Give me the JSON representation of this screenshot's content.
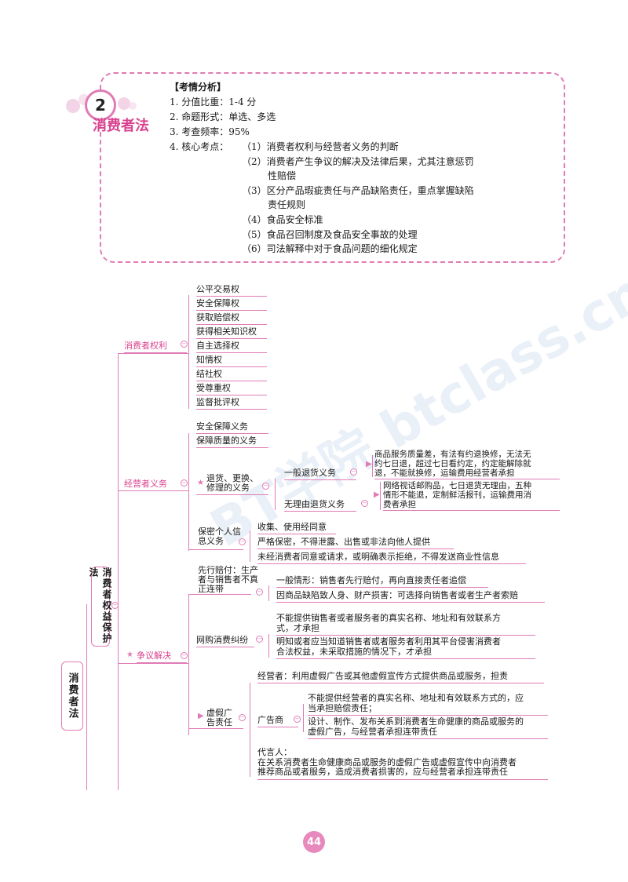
{
  "chapter": {
    "number": "2",
    "title": "消费者法"
  },
  "analysis": {
    "heading": "【考情分析】",
    "items": [
      "1. 分值比重：1-4 分",
      "2. 命题形式：单选、多选",
      "3. 考查频率：95%",
      "4. 核心考点："
    ],
    "points": [
      "（1）消费者权利与经营者义务的判断",
      "（2）消费者产生争议的解决及法律后果，尤其注意惩罚",
      "性赔偿",
      "（3）区分产品瑕疵责任与产品缺陷责任，重点掌握缺陷",
      "责任规则",
      "（4）食品安全标准",
      "（5）食品召回制度及食品安全事故的处理",
      "（6）司法解释中对于食品问题的细化规定"
    ]
  },
  "mindmap": {
    "root": "消费者法",
    "sub_root": "消费者权益保护法",
    "rights": {
      "label": "消费者权利",
      "items": [
        "公平交易权",
        "安全保障权",
        "获取赔偿权",
        "获得相关知识权",
        "自主选择权",
        "知情权",
        "结社权",
        "受尊重权",
        "监督批评权"
      ]
    },
    "duties": {
      "label": "经营者义务",
      "items": [
        "安全保障义务",
        "保障质量的义务"
      ],
      "return": {
        "label": "退货、更换、修理的义务",
        "general": {
          "label": "一般退货义务",
          "text": [
            "商品服务质量差，有法有约退换修，无法无",
            "约七日退，超过七日看约定，约定能解除就",
            "退，不能就换修，运输费用经营者承担"
          ]
        },
        "no_reason": {
          "label": "无理由退货义务",
          "text": [
            "网络视话邮购品，七日退货无理由，五种",
            "情形不能退，定制鲜活报刊，运输费用消",
            "费者承担"
          ]
        }
      },
      "privacy": {
        "label": "保密个人信息义务",
        "items": [
          "收集、使用经同意",
          "严格保密，不得泄露、出售或非法向他人提供",
          "未经消费者同意或请求，或明确表示拒绝，不得发送商业性信息"
        ]
      }
    },
    "dispute": {
      "label": "争议解决",
      "advance": {
        "label": "先行赔付：生产者与销售者不真正连带",
        "items": [
          "一般情形：销售者先行赔付，再向直接责任者追偿",
          "因商品缺陷致人身、财产损害：可选择向销售者或者生产者索赔"
        ]
      },
      "online": {
        "label": "网购消费纠纷",
        "items": [
          [
            "不能提供销售者或者服务者的真实名称、地址和有效联系方",
            "式，才承担"
          ],
          [
            "明知或者应当知道销售者或者服务者利用其平台侵害消费者",
            "合法权益，未采取措施的情况下，才承担"
          ]
        ]
      },
      "false_ad": {
        "label": "虚假广告责任",
        "operator": "经营者：利用虚假广告或其他虚假宣传方式提供商品或服务，担责",
        "advertiser": {
          "label": "广告商",
          "items": [
            [
              "不能提供经营者的真实名称、地址和有效联系方式的，应",
              "当承担赔偿责任；"
            ],
            [
              "设计、制作、发布关系到消费者生命健康的商品或服务的",
              "虚假广告，与经营者承担连带责任"
            ]
          ]
        },
        "endorser": [
          "代言人：",
          "在关系消费者生命健康商品或服务的虚假广告或虚假宣传中向消费者",
          "推荐商品或者服务，造成消费者损害的，应与经营者承担连带责任"
        ]
      }
    }
  },
  "page_number": "44",
  "watermark": "BT学院 btclass.cn",
  "colors": {
    "accent": "#e07bb5",
    "title": "#d9428f"
  }
}
